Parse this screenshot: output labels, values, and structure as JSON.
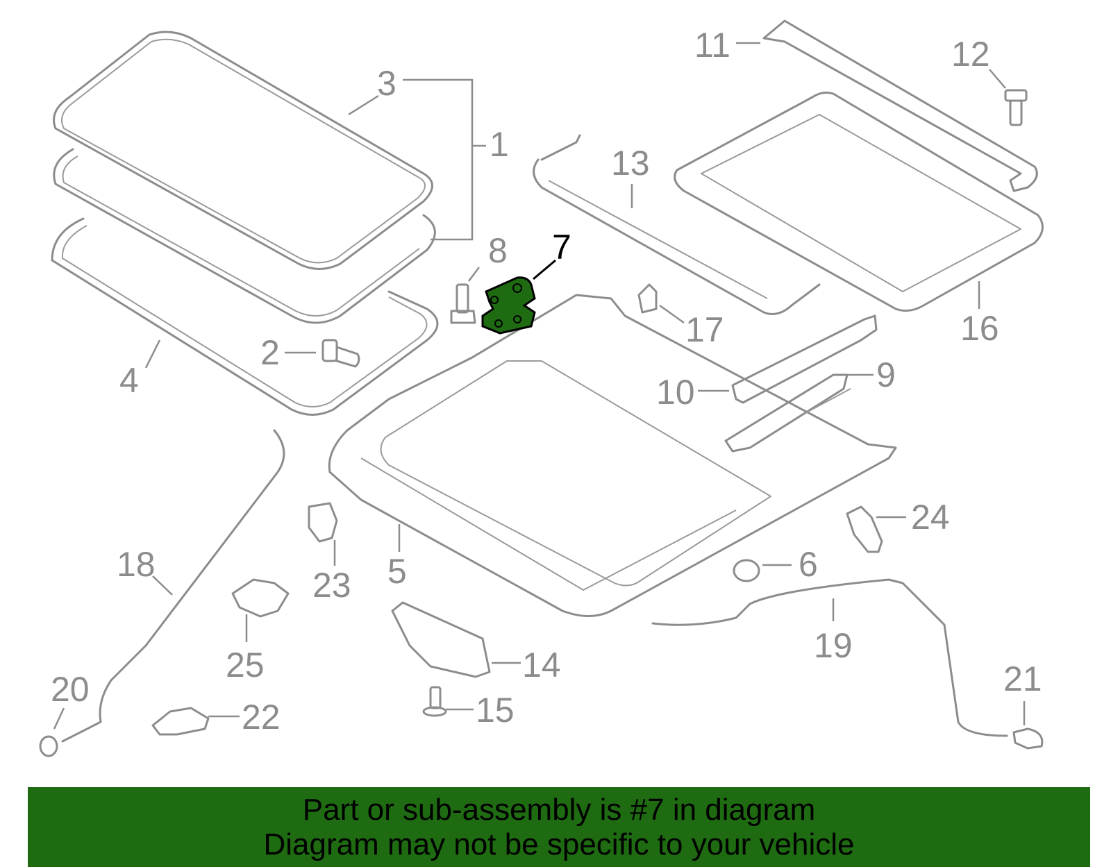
{
  "diagram": {
    "highlight_color": "#1e6b12",
    "callouts": [
      {
        "id": "c1",
        "text": "1"
      },
      {
        "id": "c2",
        "text": "2"
      },
      {
        "id": "c3",
        "text": "3"
      },
      {
        "id": "c4",
        "text": "4"
      },
      {
        "id": "c5",
        "text": "5"
      },
      {
        "id": "c6",
        "text": "6"
      },
      {
        "id": "c7",
        "text": "7",
        "highlighted": true
      },
      {
        "id": "c8",
        "text": "8"
      },
      {
        "id": "c9",
        "text": "9"
      },
      {
        "id": "c10",
        "text": "10"
      },
      {
        "id": "c11",
        "text": "11"
      },
      {
        "id": "c12",
        "text": "12"
      },
      {
        "id": "c13",
        "text": "13"
      },
      {
        "id": "c14",
        "text": "14"
      },
      {
        "id": "c15",
        "text": "15"
      },
      {
        "id": "c16",
        "text": "16"
      },
      {
        "id": "c17",
        "text": "17"
      },
      {
        "id": "c18",
        "text": "18"
      },
      {
        "id": "c19",
        "text": "19"
      },
      {
        "id": "c20",
        "text": "20"
      },
      {
        "id": "c21",
        "text": "21"
      },
      {
        "id": "c22",
        "text": "22"
      },
      {
        "id": "c23",
        "text": "23"
      },
      {
        "id": "c24",
        "text": "24"
      },
      {
        "id": "c25",
        "text": "25"
      }
    ]
  },
  "banner": {
    "line1": "Part or sub-assembly is #7 in diagram",
    "line2": "Diagram may not be specific to your vehicle",
    "background": "#1e6b12"
  }
}
